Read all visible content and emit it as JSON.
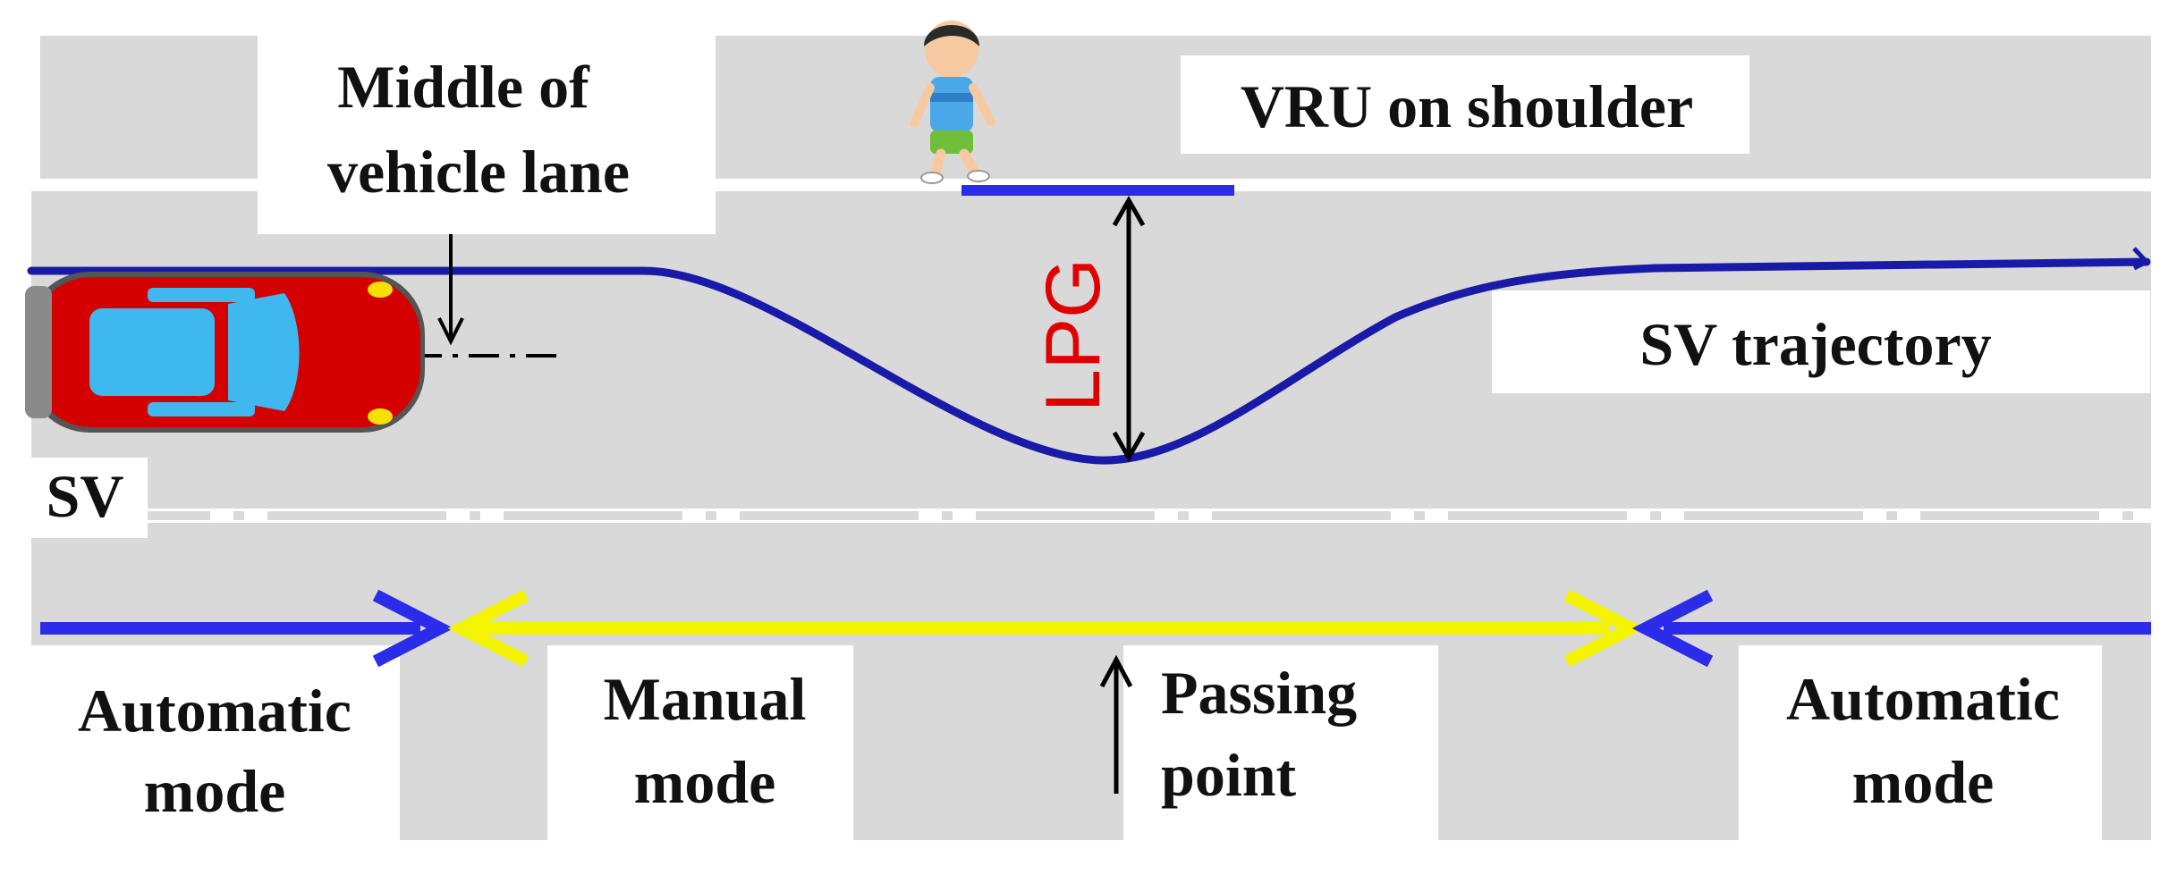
{
  "labels": {
    "middle_lane_line1": "Middle of",
    "middle_lane_line2": "vehicle lane",
    "vru": "VRU on shoulder",
    "lpg": "LPG",
    "sv_trajectory": "SV trajectory",
    "sv": "SV",
    "automatic_left_line1": "Automatic",
    "automatic_left_line2": "mode",
    "manual_line1": "Manual",
    "manual_line2": "mode",
    "passing_line1": "Passing",
    "passing_line2": "point",
    "automatic_right_line1": "Automatic",
    "automatic_right_line2": "mode"
  },
  "icons": {
    "vehicle": "red-car-icon",
    "vru": "pedestrian-child-icon"
  },
  "colors": {
    "road": "#d9d9d9",
    "trajectory": "#1a1aa8",
    "automatic_mode": "#2b2bea",
    "manual_mode": "#f5f500",
    "lpg_text": "#e00000",
    "vehicle_body": "#d40000",
    "vehicle_glass": "#3fb8ef"
  }
}
